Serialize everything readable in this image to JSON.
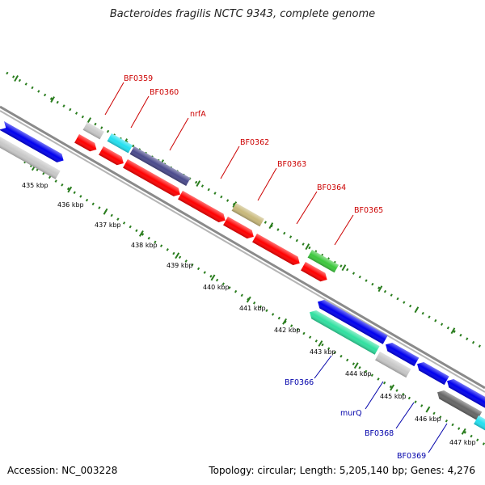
{
  "title": "Bacteroides fragilis NCTC 9343, complete genome",
  "footer": {
    "accession": "Accession: NC_003228",
    "stats": "Topology: circular; Length: 5,205,140 bp; Genes: 4,276"
  },
  "colors": {
    "tick_green": "#2a7d1e",
    "backbone": "#8a8a8a",
    "forward_label": "#cc0000",
    "reverse_label": "#0000aa"
  },
  "ruler_labels": [
    "435 kbp",
    "436 kbp",
    "437 kbp",
    "438 kbp",
    "439 kbp",
    "440 kbp",
    "441 kbp",
    "442 kbp",
    "443 kbp",
    "444 kbp",
    "445 kbp",
    "446 kbp",
    "447 kbp"
  ],
  "forward_labels": [
    "BF0359",
    "BF0360",
    "nrfA",
    "BF0362",
    "BF0363",
    "BF0364",
    "BF0365"
  ],
  "reverse_labels": [
    "BF0366",
    "murQ",
    "BF0368",
    "BF0369"
  ],
  "features": [
    {
      "name": "fwd-1",
      "color": "#ff0000"
    },
    {
      "name": "fwd-2",
      "color": "#ff0000"
    },
    {
      "name": "fwd-3",
      "color": "#ff0000"
    },
    {
      "name": "fwd-4",
      "color": "#ff0000"
    },
    {
      "name": "fwd-5",
      "color": "#ff0000"
    },
    {
      "name": "fwd-6",
      "color": "#ff0000"
    },
    {
      "name": "fwd-7",
      "color": "#ff0000"
    },
    {
      "name": "fwd-8",
      "color": "#ff0000"
    },
    {
      "name": "silver-1",
      "color": "#c8c8c8"
    },
    {
      "name": "cyan-1",
      "color": "#22e0f0"
    },
    {
      "name": "navy-1",
      "color": "#4a4a8c"
    },
    {
      "name": "olive-1",
      "color": "#c8b87a"
    },
    {
      "name": "green-1",
      "color": "#3cc83c"
    },
    {
      "name": "blue-left",
      "color": "#0000ee"
    },
    {
      "name": "silver-left",
      "color": "#c8c8c8"
    },
    {
      "name": "blue-r1",
      "color": "#0000ee"
    },
    {
      "name": "mint-r1",
      "color": "#30e0a0"
    },
    {
      "name": "blue-r2",
      "color": "#0000ee"
    },
    {
      "name": "silver-r1",
      "color": "#c8c8c8"
    },
    {
      "name": "blue-r3",
      "color": "#0000ee"
    },
    {
      "name": "blue-r4",
      "color": "#0000ee"
    },
    {
      "name": "gray-r1",
      "color": "#666666"
    },
    {
      "name": "cyan-r1",
      "color": "#22e0f0"
    }
  ]
}
